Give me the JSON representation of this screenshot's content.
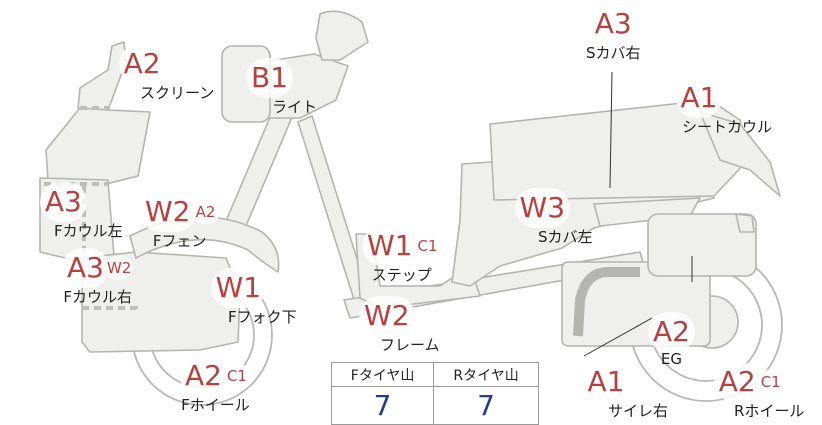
{
  "parts": [
    {
      "key": "screen",
      "code": "A2",
      "sub": "",
      "name": "スクリーン"
    },
    {
      "key": "light",
      "code": "B1",
      "sub": "",
      "name": "ライト"
    },
    {
      "key": "s-cover-r",
      "code": "A3",
      "sub": "",
      "name": "Sカバ右"
    },
    {
      "key": "seat-cowl",
      "code": "A1",
      "sub": "",
      "name": "シートカウル"
    },
    {
      "key": "f-cowl-l",
      "code": "A3",
      "sub": "",
      "name": "Fカウル左"
    },
    {
      "key": "f-fender",
      "code": "W2",
      "sub": "A2",
      "name": "Fフェン"
    },
    {
      "key": "s-cover-l",
      "code": "W3",
      "sub": "",
      "name": "Sカバ左"
    },
    {
      "key": "step",
      "code": "W1",
      "sub": "C1",
      "name": "ステップ"
    },
    {
      "key": "f-cowl-r",
      "code": "A3",
      "sub": "W2",
      "name": "Fカウル右"
    },
    {
      "key": "f-fork",
      "code": "W1",
      "sub": "",
      "name": "Fフォク下"
    },
    {
      "key": "frame",
      "code": "W2",
      "sub": "",
      "name": "フレーム"
    },
    {
      "key": "engine",
      "code": "A2",
      "sub": "",
      "name": "EG"
    },
    {
      "key": "f-wheel",
      "code": "A2",
      "sub": "C1",
      "name": "Fホイール"
    },
    {
      "key": "side-r",
      "code": "A1",
      "sub": "",
      "name": "サイレ右"
    },
    {
      "key": "r-wheel",
      "code": "A2",
      "sub": "C1",
      "name": "Rホイール"
    }
  ],
  "tread": {
    "front_label": "Fタイヤ山",
    "rear_label": "Rタイヤ山",
    "front_value": "7",
    "rear_value": "7"
  },
  "colors": {
    "code": "#b8413f",
    "tread_value": "#1f3f8f",
    "part_fill": "#efefed",
    "part_stroke": "#b4b4b0"
  }
}
